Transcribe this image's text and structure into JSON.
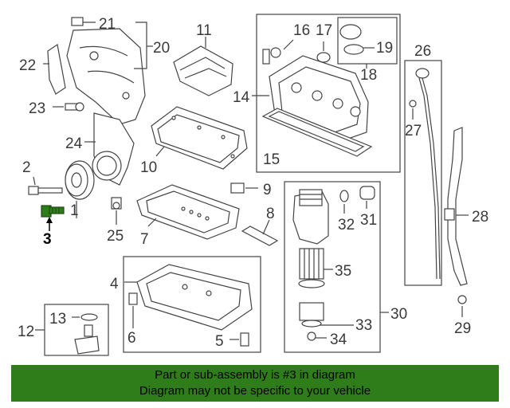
{
  "callouts": {
    "n1": "1",
    "n2": "2",
    "n3": "3",
    "n4": "4",
    "n5": "5",
    "n6": "6",
    "n7": "7",
    "n8": "8",
    "n9": "9",
    "n10": "10",
    "n11": "11",
    "n12": "12",
    "n13": "13",
    "n14": "14",
    "n15": "15",
    "n16": "16",
    "n17": "17",
    "n18": "18",
    "n19": "19",
    "n20": "20",
    "n21": "21",
    "n22": "22",
    "n23": "23",
    "n24": "24",
    "n25": "25",
    "n26": "26",
    "n27": "27",
    "n28": "28",
    "n29": "29",
    "n30": "30",
    "n31": "31",
    "n32": "32",
    "n33": "33",
    "n34": "34",
    "n35": "35"
  },
  "highlighted_part": "3",
  "colors": {
    "banner": "#2e7d1a",
    "highlight_part": "#2e7d1a"
  },
  "banner": {
    "line1": "Part or sub-assembly is #3 in diagram",
    "line2": "Diagram may not be specific to your vehicle"
  }
}
